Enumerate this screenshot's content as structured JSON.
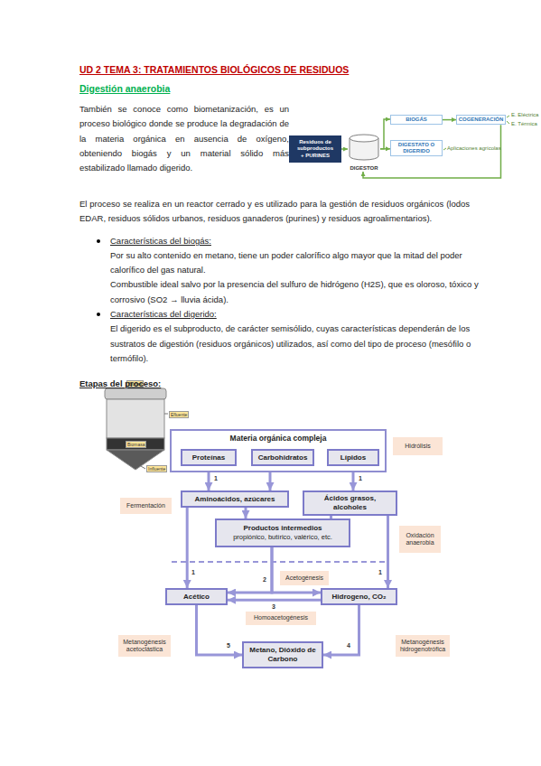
{
  "diagram": {
    "title": "UD 2 TEMA 3: TRATAMIENTOS BIOLÓGICOS DE RESIDUOS",
    "nodes": [
      {
        "text": [
          "Residuos de subproductos",
          "+ PURINES"
        ]
      },
      {
        "text": [
          "DIGESTOR"
        ]
      },
      {
        "text": [
          "BIOGÁS"
        ]
      },
      {
        "text": [
          "COGENERACIÓN"
        ]
      },
      {
        "text": [
          "DIGESTATO O DIGERIDO"
        ]
      },
      {
        "text": [
          "Materia orgánica compleja"
        ]
      },
      {
        "text": [
          "Proteínas"
        ],
        "in": 5
      },
      {
        "text": [
          "Carbohidratos"
        ],
        "in": 5
      },
      {
        "text": [
          "Lípidos"
        ],
        "in": 5
      },
      {
        "text": [
          "Aminoácidos, azúcares"
        ]
      },
      {
        "text": [
          "Ácidos grasos, alcoholes"
        ]
      },
      {
        "text": [
          "Productos intermedios",
          "propiónico, butírico, valérico, etc."
        ]
      },
      {
        "text": [
          "Acético"
        ]
      },
      {
        "text": [
          "Hidrogeno, CO₂"
        ]
      },
      {
        "text": [
          "Metano, Dióxido de Carbono"
        ]
      },
      {
        "text": [
          "Hidrólisis"
        ]
      },
      {
        "text": [
          "Fermentación"
        ]
      },
      {
        "text": [
          "Oxidación anaerobia"
        ]
      },
      {
        "text": [
          "Acetogénesis"
        ]
      },
      {
        "text": [
          "Homoacetogénesis"
        ]
      },
      {
        "text": [
          "Metanogénesis acetoclástica"
        ]
      },
      {
        "text": [
          "Metanogénesis hidrogenotrófica"
        ]
      }
    ],
    "edges": [
      {
        "from": 0,
        "to": 1,
        "arrow": "to"
      },
      {
        "from": 1,
        "to": 2,
        "arrow": "to"
      },
      {
        "from": 2,
        "to": 3,
        "arrow": "to"
      },
      {
        "from": 1,
        "to": 4,
        "arrow": "to"
      },
      {
        "from": 3,
        "to": 1,
        "arrow": "to"
      },
      {
        "from": 6,
        "to": 9,
        "arrow": "to"
      },
      {
        "from": 7,
        "to": 9,
        "arrow": "to"
      },
      {
        "from": 8,
        "to": 10,
        "arrow": "to"
      },
      {
        "from": 9,
        "to": 11,
        "arrow": "to"
      },
      {
        "from": 10,
        "to": 11,
        "arrow": "to"
      },
      {
        "from": 9,
        "to": 12,
        "arrow": "to"
      },
      {
        "from": 10,
        "to": 13,
        "arrow": "to"
      },
      {
        "from": 11,
        "to": 12,
        "arrow": "to"
      },
      {
        "from": 11,
        "to": 13,
        "arrow": "to"
      },
      {
        "from": 13,
        "to": 12,
        "arrow": "to"
      },
      {
        "from": 12,
        "to": 14,
        "arrow": "to"
      },
      {
        "from": 13,
        "to": 14,
        "arrow": "to"
      }
    ],
    "labels": [
      "Digestión anaerobia",
      "También se conoce como biometanización, es un proceso biológico donde se produce la degradación de la materia orgánica en ausencia de oxígeno, obteniendo biogás y un material sólido más estabilizado llamado digerido.",
      "E. Eléctrica",
      "E. Térmica",
      "Aplicaciones agrícolas",
      "El proceso se realiza en un reactor cerrado y es utilizado para la gestión de residuos orgánicos (lodos EDAR, residuos sólidos urbanos, residuos ganaderos (purines) y residuos agroalimentarios).",
      "Características del biogás:",
      "Por su alto contenido en metano, tiene un poder calorífico algo mayor que la mitad del poder calorífico del gas natural.",
      "Combustible ideal salvo por la presencia del sulfuro de hidrógeno (H2S), que es oloroso, tóxico y corrosivo (SO2 → lluvia ácida).",
      "Características del digerido:",
      "El digerido es el subproducto, de carácter semisólido, cuyas características dependerán de los sustratos de digestión (residuos orgánicos) utilizados, así como del tipo de proceso (mesófilo o termófilo).",
      "Etapas del proceso:",
      "Biogas",
      "Efluente",
      "Biomasa",
      "Influente",
      "1",
      "1",
      "1",
      "1",
      "2",
      "3",
      "4",
      "5"
    ]
  }
}
